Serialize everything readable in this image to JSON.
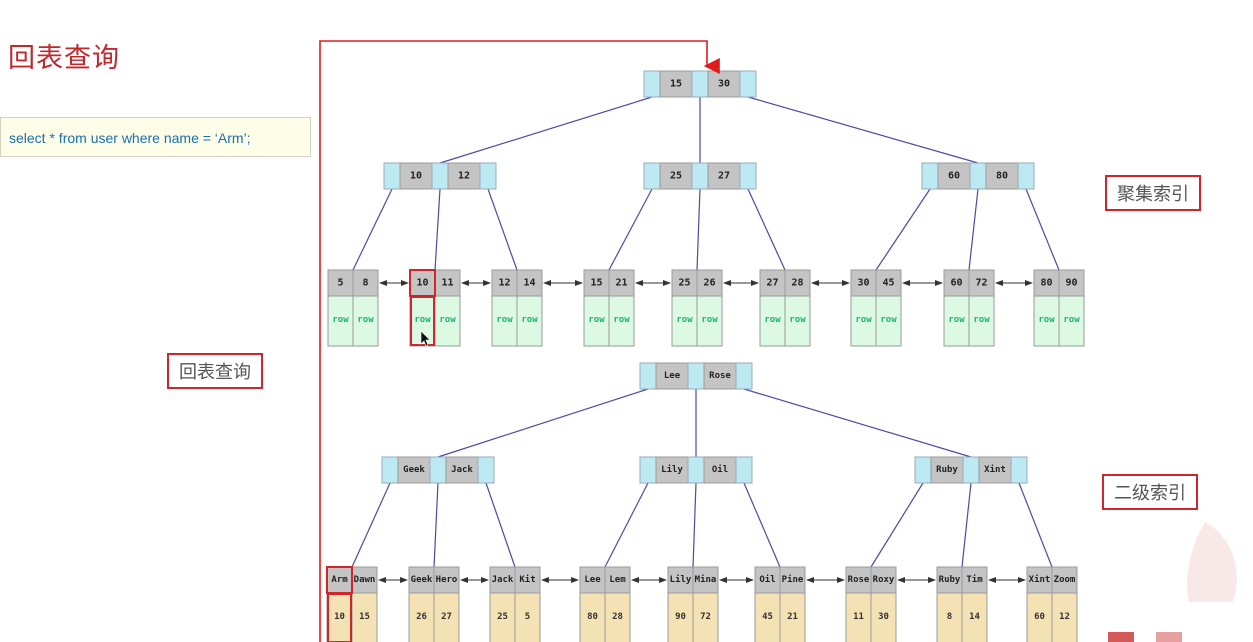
{
  "page_title": "回表查询",
  "sql_query": "select * from user where name = ‘Arm’;",
  "labels": {
    "clustered_index": "聚集索引",
    "secondary_index": "二级索引",
    "back_to_table": "回表查询"
  },
  "colors": {
    "accent_red": "#d0262b",
    "pointer_cell": "#bde9f2",
    "key_cell": "#c4c4c4",
    "row_cell": "#dcf9e3",
    "pk_cell": "#f4e2b4",
    "edge": "#4a4aa8"
  },
  "clustered_index": {
    "root": [
      "15",
      "30"
    ],
    "internal": [
      [
        "10",
        "12"
      ],
      [
        "25",
        "27"
      ],
      [
        "60",
        "80"
      ]
    ],
    "leaves": [
      {
        "keys": [
          "5",
          "8"
        ],
        "values": [
          "row",
          "row"
        ]
      },
      {
        "keys": [
          "10",
          "11"
        ],
        "values": [
          "row",
          "row"
        ],
        "highlight": 0
      },
      {
        "keys": [
          "12",
          "14"
        ],
        "values": [
          "row",
          "row"
        ]
      },
      {
        "keys": [
          "15",
          "21"
        ],
        "values": [
          "row",
          "row"
        ]
      },
      {
        "keys": [
          "25",
          "26"
        ],
        "values": [
          "row",
          "row"
        ]
      },
      {
        "keys": [
          "27",
          "28"
        ],
        "values": [
          "row",
          "row"
        ]
      },
      {
        "keys": [
          "30",
          "45"
        ],
        "values": [
          "row",
          "row"
        ]
      },
      {
        "keys": [
          "60",
          "72"
        ],
        "values": [
          "row",
          "row"
        ]
      },
      {
        "keys": [
          "80",
          "90"
        ],
        "values": [
          "row",
          "row"
        ]
      }
    ]
  },
  "secondary_index": {
    "root": [
      "Lee",
      "Rose"
    ],
    "internal": [
      [
        "Geek",
        "Jack"
      ],
      [
        "Lily",
        "Oil"
      ],
      [
        "Ruby",
        "Xint"
      ]
    ],
    "leaves": [
      {
        "keys": [
          "Arm",
          "Dawn"
        ],
        "values": [
          "10",
          "15"
        ],
        "highlight": 0
      },
      {
        "keys": [
          "Geek",
          "Hero"
        ],
        "values": [
          "26",
          "27"
        ]
      },
      {
        "keys": [
          "Jack",
          "Kit"
        ],
        "values": [
          "25",
          "5"
        ]
      },
      {
        "keys": [
          "Lee",
          "Lem"
        ],
        "values": [
          "80",
          "28"
        ]
      },
      {
        "keys": [
          "Lily",
          "Mina"
        ],
        "values": [
          "90",
          "72"
        ]
      },
      {
        "keys": [
          "Oil",
          "Pine"
        ],
        "values": [
          "45",
          "21"
        ]
      },
      {
        "keys": [
          "Rose",
          "Roxy"
        ],
        "values": [
          "11",
          "30"
        ]
      },
      {
        "keys": [
          "Ruby",
          "Tim"
        ],
        "values": [
          "8",
          "14"
        ]
      },
      {
        "keys": [
          "Xint",
          "Zoom"
        ],
        "values": [
          "60",
          "12"
        ]
      }
    ]
  }
}
